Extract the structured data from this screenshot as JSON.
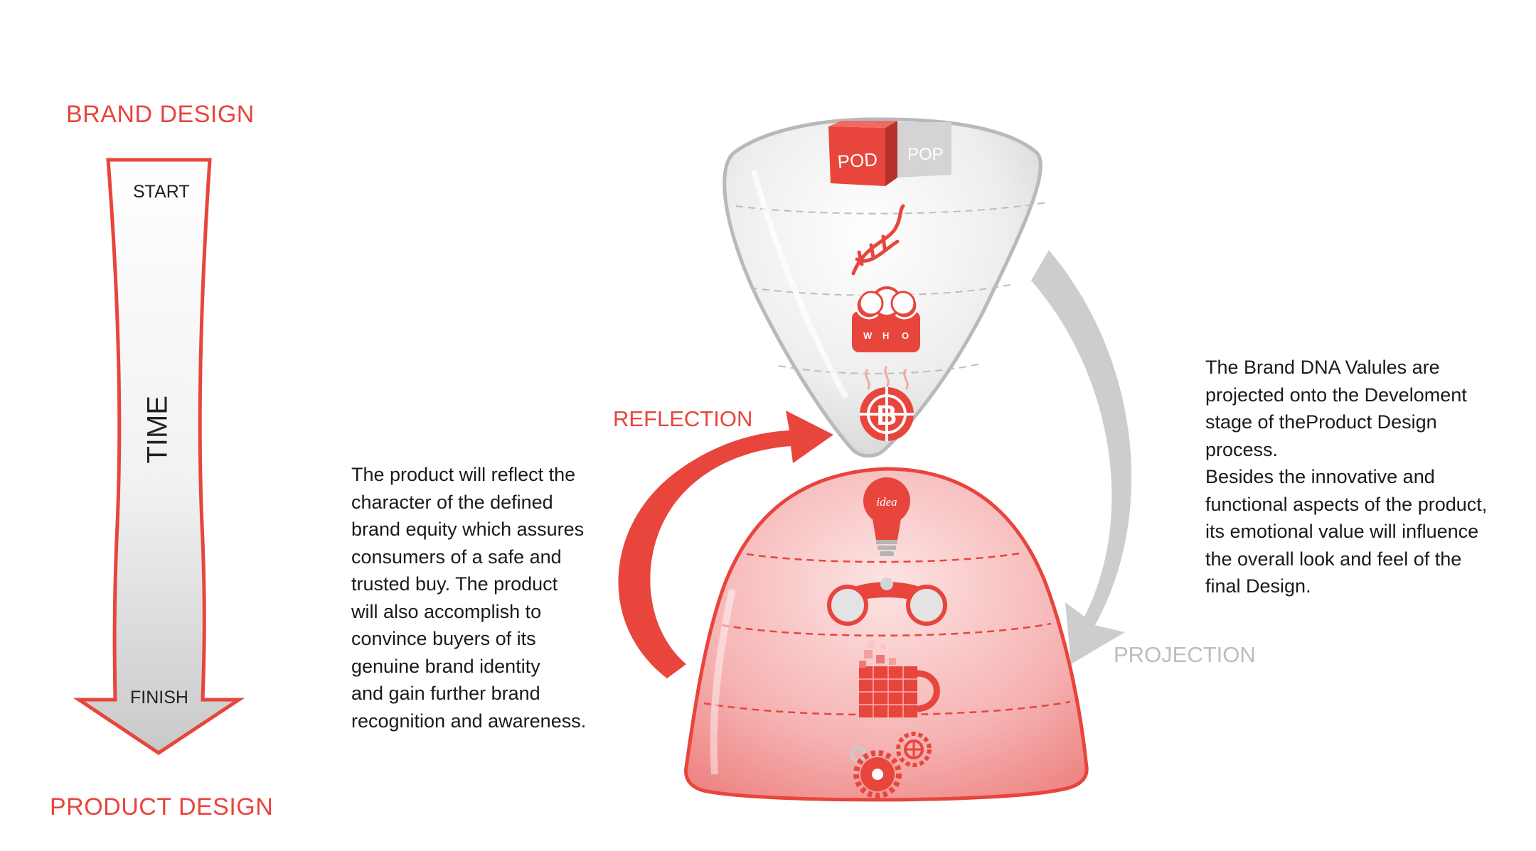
{
  "timeline": {
    "title_top": "BRAND DESIGN",
    "title_bottom": "PRODUCT DESIGN",
    "start_label": "START",
    "time_label": "TIME",
    "finish_label": "FINISH"
  },
  "reflection": {
    "label": "REFLECTION",
    "text_lines": [
      "The product will reflect the",
      "character of the defined",
      "brand equity which assures",
      "consumers of a safe and",
      "trusted buy. The product",
      "will also accomplish to",
      "convince buyers of its",
      "genuine brand identity",
      "and gain further brand",
      "recognition and awareness."
    ]
  },
  "projection": {
    "label": "PROJECTION",
    "text_lines": [
      "The Brand DNA Valules are",
      "projected onto the Develoment",
      "stage of theProduct Design",
      "process.",
      "Besides the innovative and",
      "functional aspects of the product,",
      "its emotional value will influence",
      "the overall look and feel of the",
      "final Design."
    ]
  },
  "brand_bulb": {
    "cube_labels": [
      "POD",
      "POP"
    ],
    "icons": [
      "pod-pop-cube-icon",
      "dna-helix-icon",
      "people-group-icon",
      "target-b-icon"
    ],
    "people_letters": [
      "W",
      "H",
      "O"
    ],
    "target_letter": "B"
  },
  "product_bulb": {
    "icons": [
      "idea-lightbulb-icon",
      "binoculars-icon",
      "pixel-mug-icon",
      "gears-icon"
    ],
    "bulb_text": "idea"
  },
  "colors": {
    "accent": "#e8453c",
    "grey": "#c8c8c8",
    "text": "#1a1a1a"
  }
}
